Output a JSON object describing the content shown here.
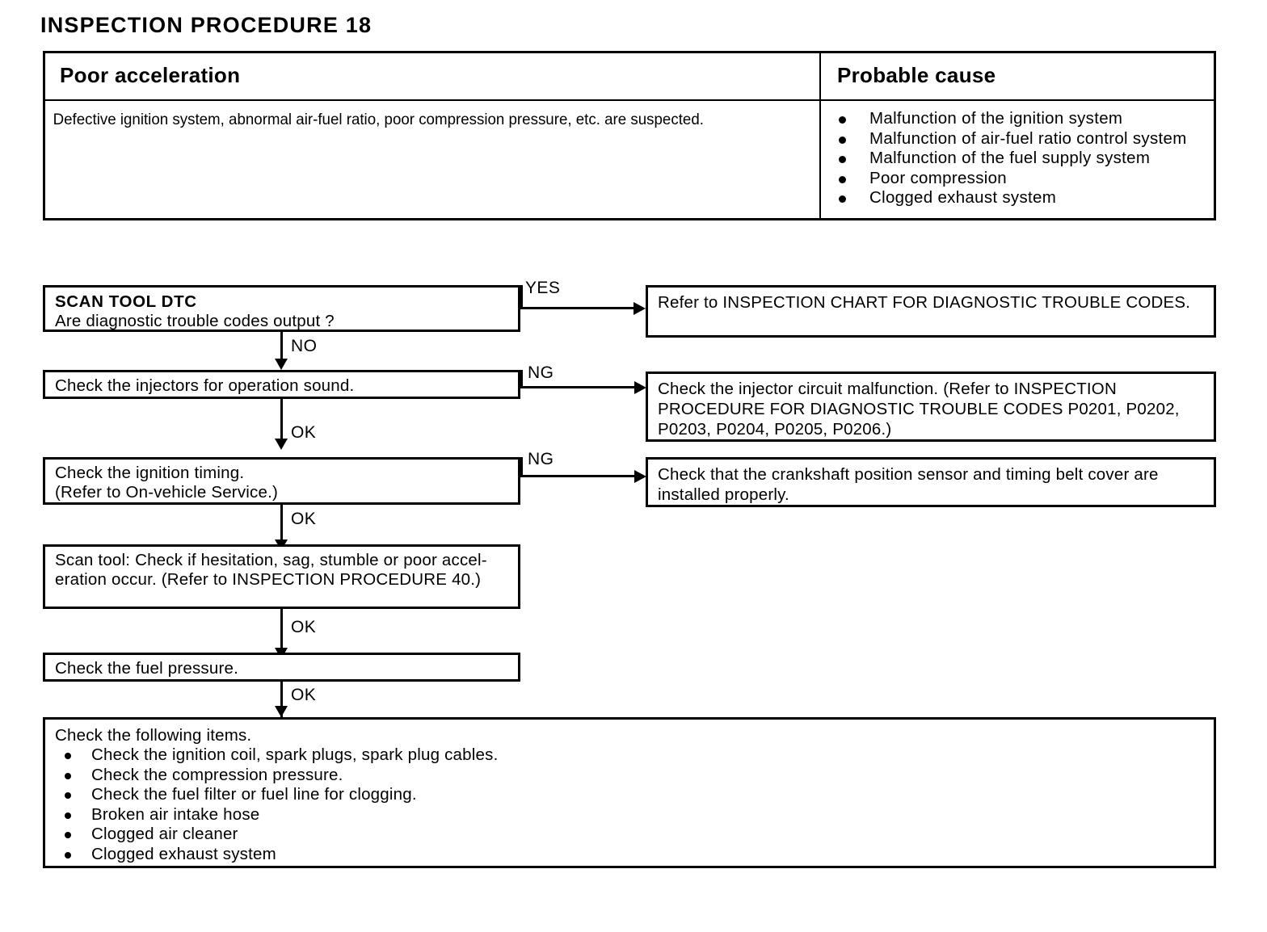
{
  "page": {
    "title": "INSPECTION PROCEDURE 18"
  },
  "symptom_table": {
    "header_left": "Poor acceleration",
    "header_right": "Probable cause",
    "symptom_text": "Defective ignition system, abnormal air-fuel ratio, poor compression pressure, etc. are suspected.",
    "causes": [
      "Malfunction of the ignition system",
      "Malfunction of air-fuel ratio control system",
      "Malfunction of the fuel supply system",
      "Poor compression",
      "Clogged exhaust system"
    ]
  },
  "flowchart": {
    "step1": {
      "heading": "SCAN TOOL DTC",
      "question": "Are diagnostic trouble codes output ?",
      "branch_yes": "YES",
      "branch_no": "NO",
      "result_yes": "Refer  to INSPECTION   CHART   FOR   DIAGNOSTIC TROUBLE CODES."
    },
    "step2": {
      "text": "Check the injectors for operation sound.",
      "branch_ng": "NG",
      "branch_ok": "OK",
      "result_ng": "Check the injector circuit malfunction. (Refer to  INSPECTION PROCEDURE FOR DIAGNOSTIC TROUBLE CODES P0201, P0202, P0203, P0204, P0205, P0206.)"
    },
    "step3": {
      "line1": "Check the ignition timing.",
      "line2": "(Refer to On-vehicle Service.)",
      "branch_ng": "NG",
      "branch_ok": "OK",
      "result_ng": "Check that the crankshaft position sensor and timing belt cover are installed properly."
    },
    "step4": {
      "line1": "Scan tool: Check if hesitation, sag, stumble or poor accel-",
      "line2": "eration occur. (Refer to INSPECTION  PROCEDURE  40.)",
      "branch_ok": "OK"
    },
    "step5": {
      "text": "Check the fuel pressure.",
      "branch_ok": "OK"
    },
    "step6": {
      "heading": "Check the following items.",
      "items": [
        "Check the ignition coil, spark plugs, spark plug cables.",
        "Check the compression pressure.",
        "Check the fuel filter or fuel line for clogging.",
        "Broken air intake hose",
        "Clogged air cleaner",
        "Clogged exhaust system"
      ]
    }
  },
  "colors": {
    "ink": "#000000",
    "paper": "#ffffff"
  }
}
